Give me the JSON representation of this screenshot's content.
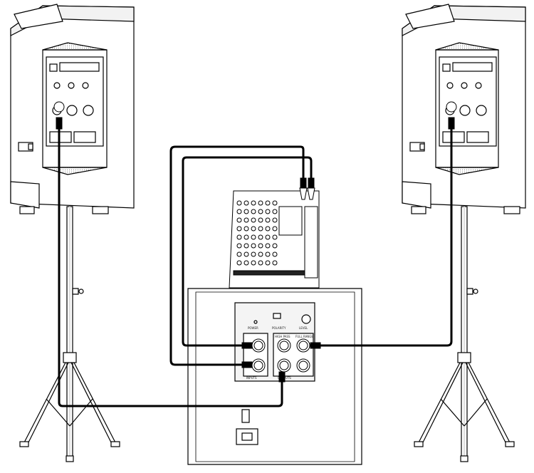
{
  "subwoofer": {
    "power_label": "POWER",
    "polarity_label": "POLARITY",
    "level_label": "LEVEL",
    "high_pass_label": "HIGH PASS",
    "full_range_label": "FULL RANGE",
    "inputs_label": "INPUTS",
    "outputs_label": "OUTPUTS"
  },
  "colors": {
    "line": "#000000",
    "body": "#ffffff",
    "shade": "#d9d9d9",
    "vent": "#9a9a9a"
  },
  "icons": [
    "xlr-connector-icon",
    "jack-connector-icon",
    "knob-icon",
    "power-socket-icon",
    "tripod-stand-icon"
  ]
}
